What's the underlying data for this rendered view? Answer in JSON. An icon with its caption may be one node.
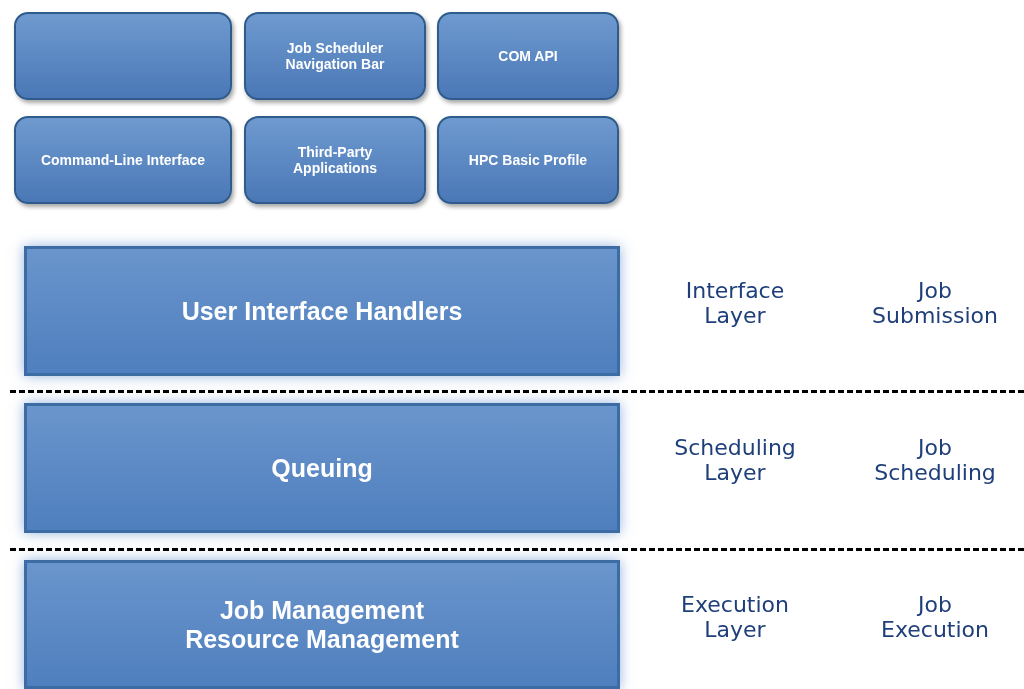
{
  "diagram": {
    "nodes": [
      {
        "text": [],
        "shape": "box"
      },
      {
        "text": [
          "Job Scheduler Navigation Bar"
        ]
      },
      {
        "text": [
          "COM API"
        ]
      },
      {
        "text": [
          "Command-Line Interface"
        ]
      },
      {
        "text": [
          "Third-Party Applications"
        ]
      },
      {
        "text": [
          "HPC Basic Profile"
        ]
      },
      {
        "text": [
          "User Interface Handlers"
        ]
      },
      {
        "text": [
          "Queuing"
        ]
      },
      {
        "text": [
          "Job Management",
          "Resource Management"
        ]
      }
    ],
    "labels": [
      "Interface Layer",
      "Job Submission",
      "Scheduling Layer",
      "Job Scheduling",
      "Execution Layer",
      "Job Execution"
    ]
  }
}
